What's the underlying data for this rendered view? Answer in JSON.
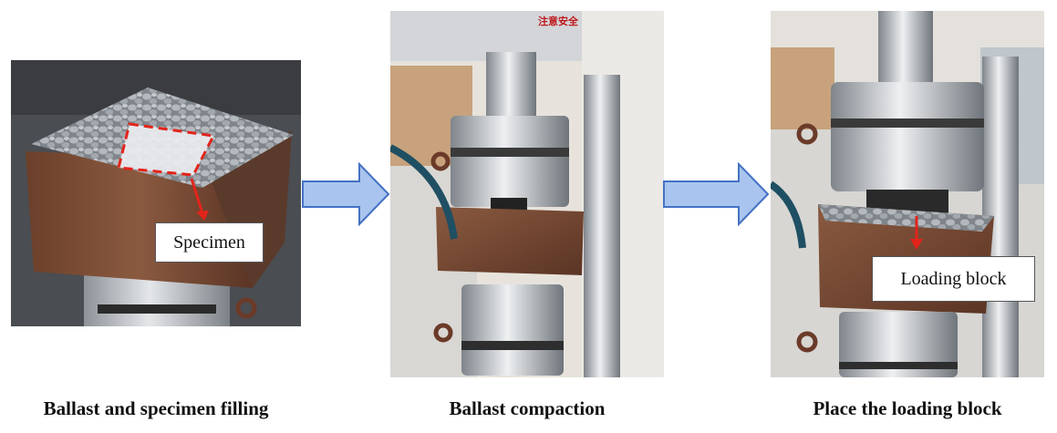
{
  "panels": [
    {
      "caption": "Ballast and specimen filling",
      "label": "Specimen"
    },
    {
      "caption": "Ballast compaction",
      "warning": "注意安全"
    },
    {
      "caption": "Place the loading block",
      "label": "Loading block"
    }
  ],
  "colors": {
    "arrow_fill": "#a9c4ee",
    "arrow_stroke": "#4472c4",
    "highlight": "#e3241b",
    "steel": "#b9bdc3",
    "rust": "#7a4a32",
    "ballast": "#9aa0a6"
  }
}
